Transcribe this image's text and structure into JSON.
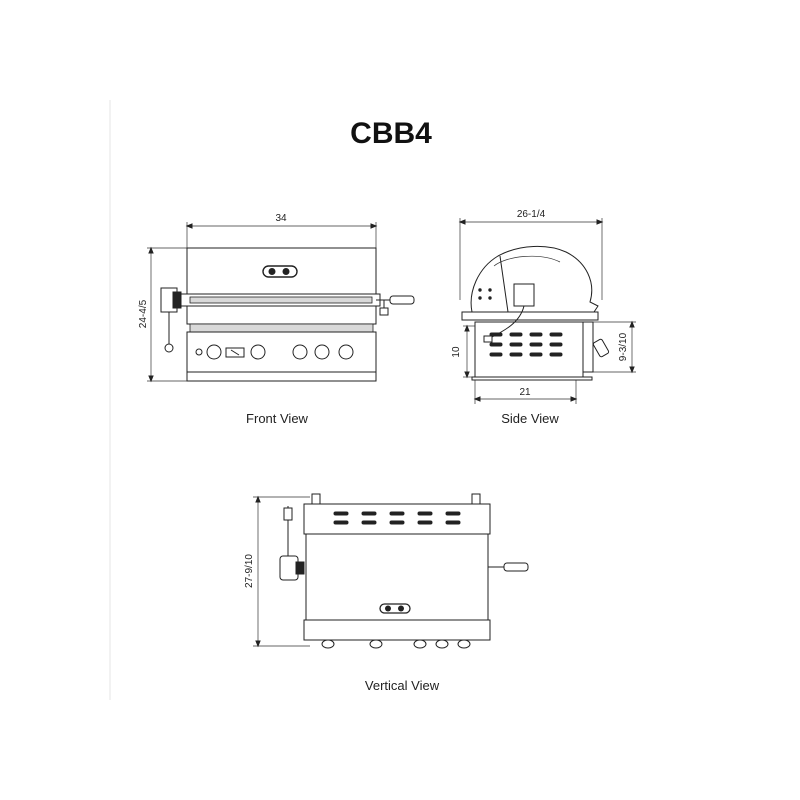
{
  "title": "CBB4",
  "views": {
    "front": {
      "caption": "Front View",
      "width_label": "34",
      "height_label": "24-4/5"
    },
    "side": {
      "caption": "Side View",
      "top_label": "26-1/4",
      "left_label": "10",
      "right_label": "9-3/10",
      "bottom_label": "21"
    },
    "vertical": {
      "caption": "Vertical View",
      "depth_label": "27-9/10"
    }
  },
  "colors": {
    "line": "#222222",
    "background": "#ffffff"
  }
}
